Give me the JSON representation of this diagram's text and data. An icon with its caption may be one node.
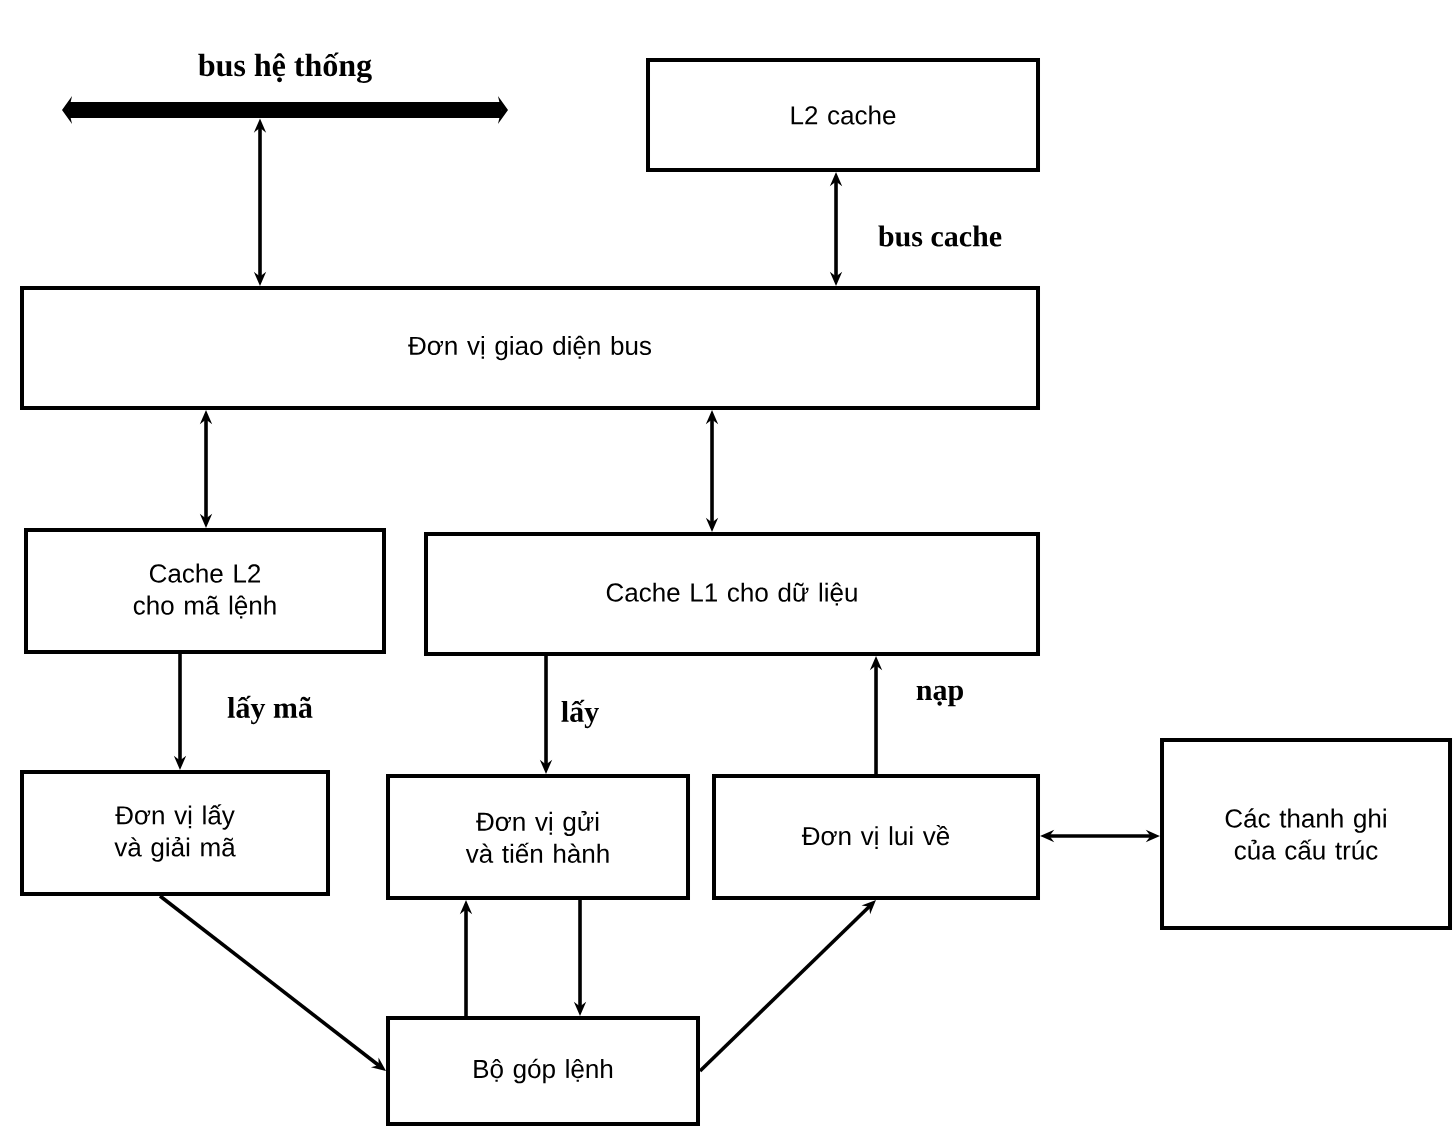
{
  "diagram": {
    "nodes": [
      {
        "text": [
          "bus hệ thống"
        ]
      },
      {
        "text": [
          "L2 cache"
        ]
      },
      {
        "text": [
          "Đơn vị giao diện bus"
        ]
      },
      {
        "text": [
          "Cache L2 cho mã lệnh"
        ]
      },
      {
        "text": [
          "Cache L1 cho dữ liệu"
        ]
      },
      {
        "text": [
          "Đơn vị lấy và giải mã"
        ]
      },
      {
        "text": [
          "Đơn vị gửi và tiến hành"
        ]
      },
      {
        "text": [
          "Đơn vị lui về"
        ]
      },
      {
        "text": [
          "Các thanh ghi của cấu trúc"
        ]
      },
      {
        "text": [
          "Bộ góp lệnh"
        ]
      }
    ],
    "edges": [
      {
        "from": 0,
        "to": 2,
        "arrow": "both"
      },
      {
        "from": 1,
        "to": 2,
        "arrow": "both",
        "label": "bus cache"
      },
      {
        "from": 2,
        "to": 3,
        "arrow": "both"
      },
      {
        "from": 2,
        "to": 4,
        "arrow": "both"
      },
      {
        "from": 3,
        "to": 5,
        "arrow": "to",
        "label": "lấy mã"
      },
      {
        "from": 4,
        "to": 6,
        "arrow": "to",
        "label": "lấy"
      },
      {
        "from": 7,
        "to": 4,
        "arrow": "to",
        "label": "nạp"
      },
      {
        "from": 7,
        "to": 8,
        "arrow": "both"
      },
      {
        "from": 5,
        "to": 9,
        "arrow": "to"
      },
      {
        "from": 9,
        "to": 6,
        "arrow": "to"
      },
      {
        "from": 6,
        "to": 9,
        "arrow": "to"
      },
      {
        "from": 9,
        "to": 7,
        "arrow": "to"
      }
    ]
  }
}
